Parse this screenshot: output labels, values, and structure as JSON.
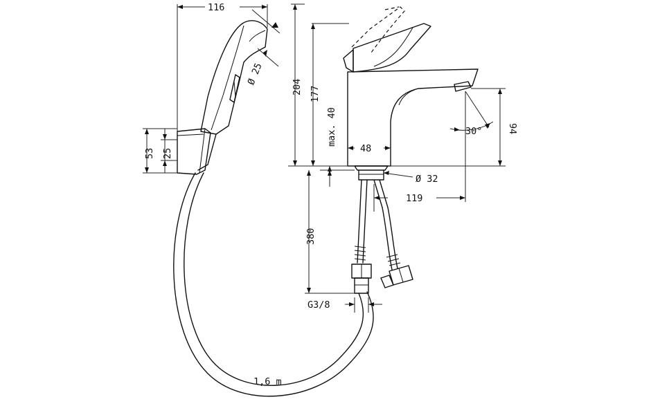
{
  "dimensions": {
    "shower_width": "116",
    "shower_head_diameter": "Ø 25",
    "holder_height": "53",
    "holder_inner": "25",
    "faucet_total_height": "204",
    "faucet_spout_height": "177",
    "max_deck_thickness": "max. 40",
    "body_width": "48",
    "base_diameter": "Ø 32",
    "spout_reach": "119",
    "spout_angle": "30°",
    "spout_outlet_height": "94",
    "supply_length": "380",
    "connection_thread": "G3/8",
    "hose_length": "1,6 m"
  }
}
